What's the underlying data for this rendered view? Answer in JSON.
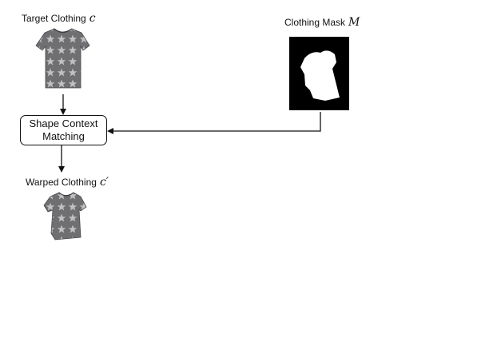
{
  "inputs": {
    "target_clothing": {
      "label": "Target Clothing",
      "symbol": "c"
    },
    "clothing_mask": {
      "label": "Clothing Mask",
      "symbol": "M"
    }
  },
  "process": {
    "line1": "Shape Context",
    "line2": "Matching"
  },
  "output": {
    "warped_clothing": {
      "label": "Warped Clothing",
      "symbol": "c′"
    }
  },
  "colors": {
    "shirt": "#6f6f72",
    "shirt_dark": "#55555a",
    "star": "#cfcfd2",
    "mask_bg": "#000000",
    "mask_fg": "#ffffff",
    "line": "#111111"
  }
}
